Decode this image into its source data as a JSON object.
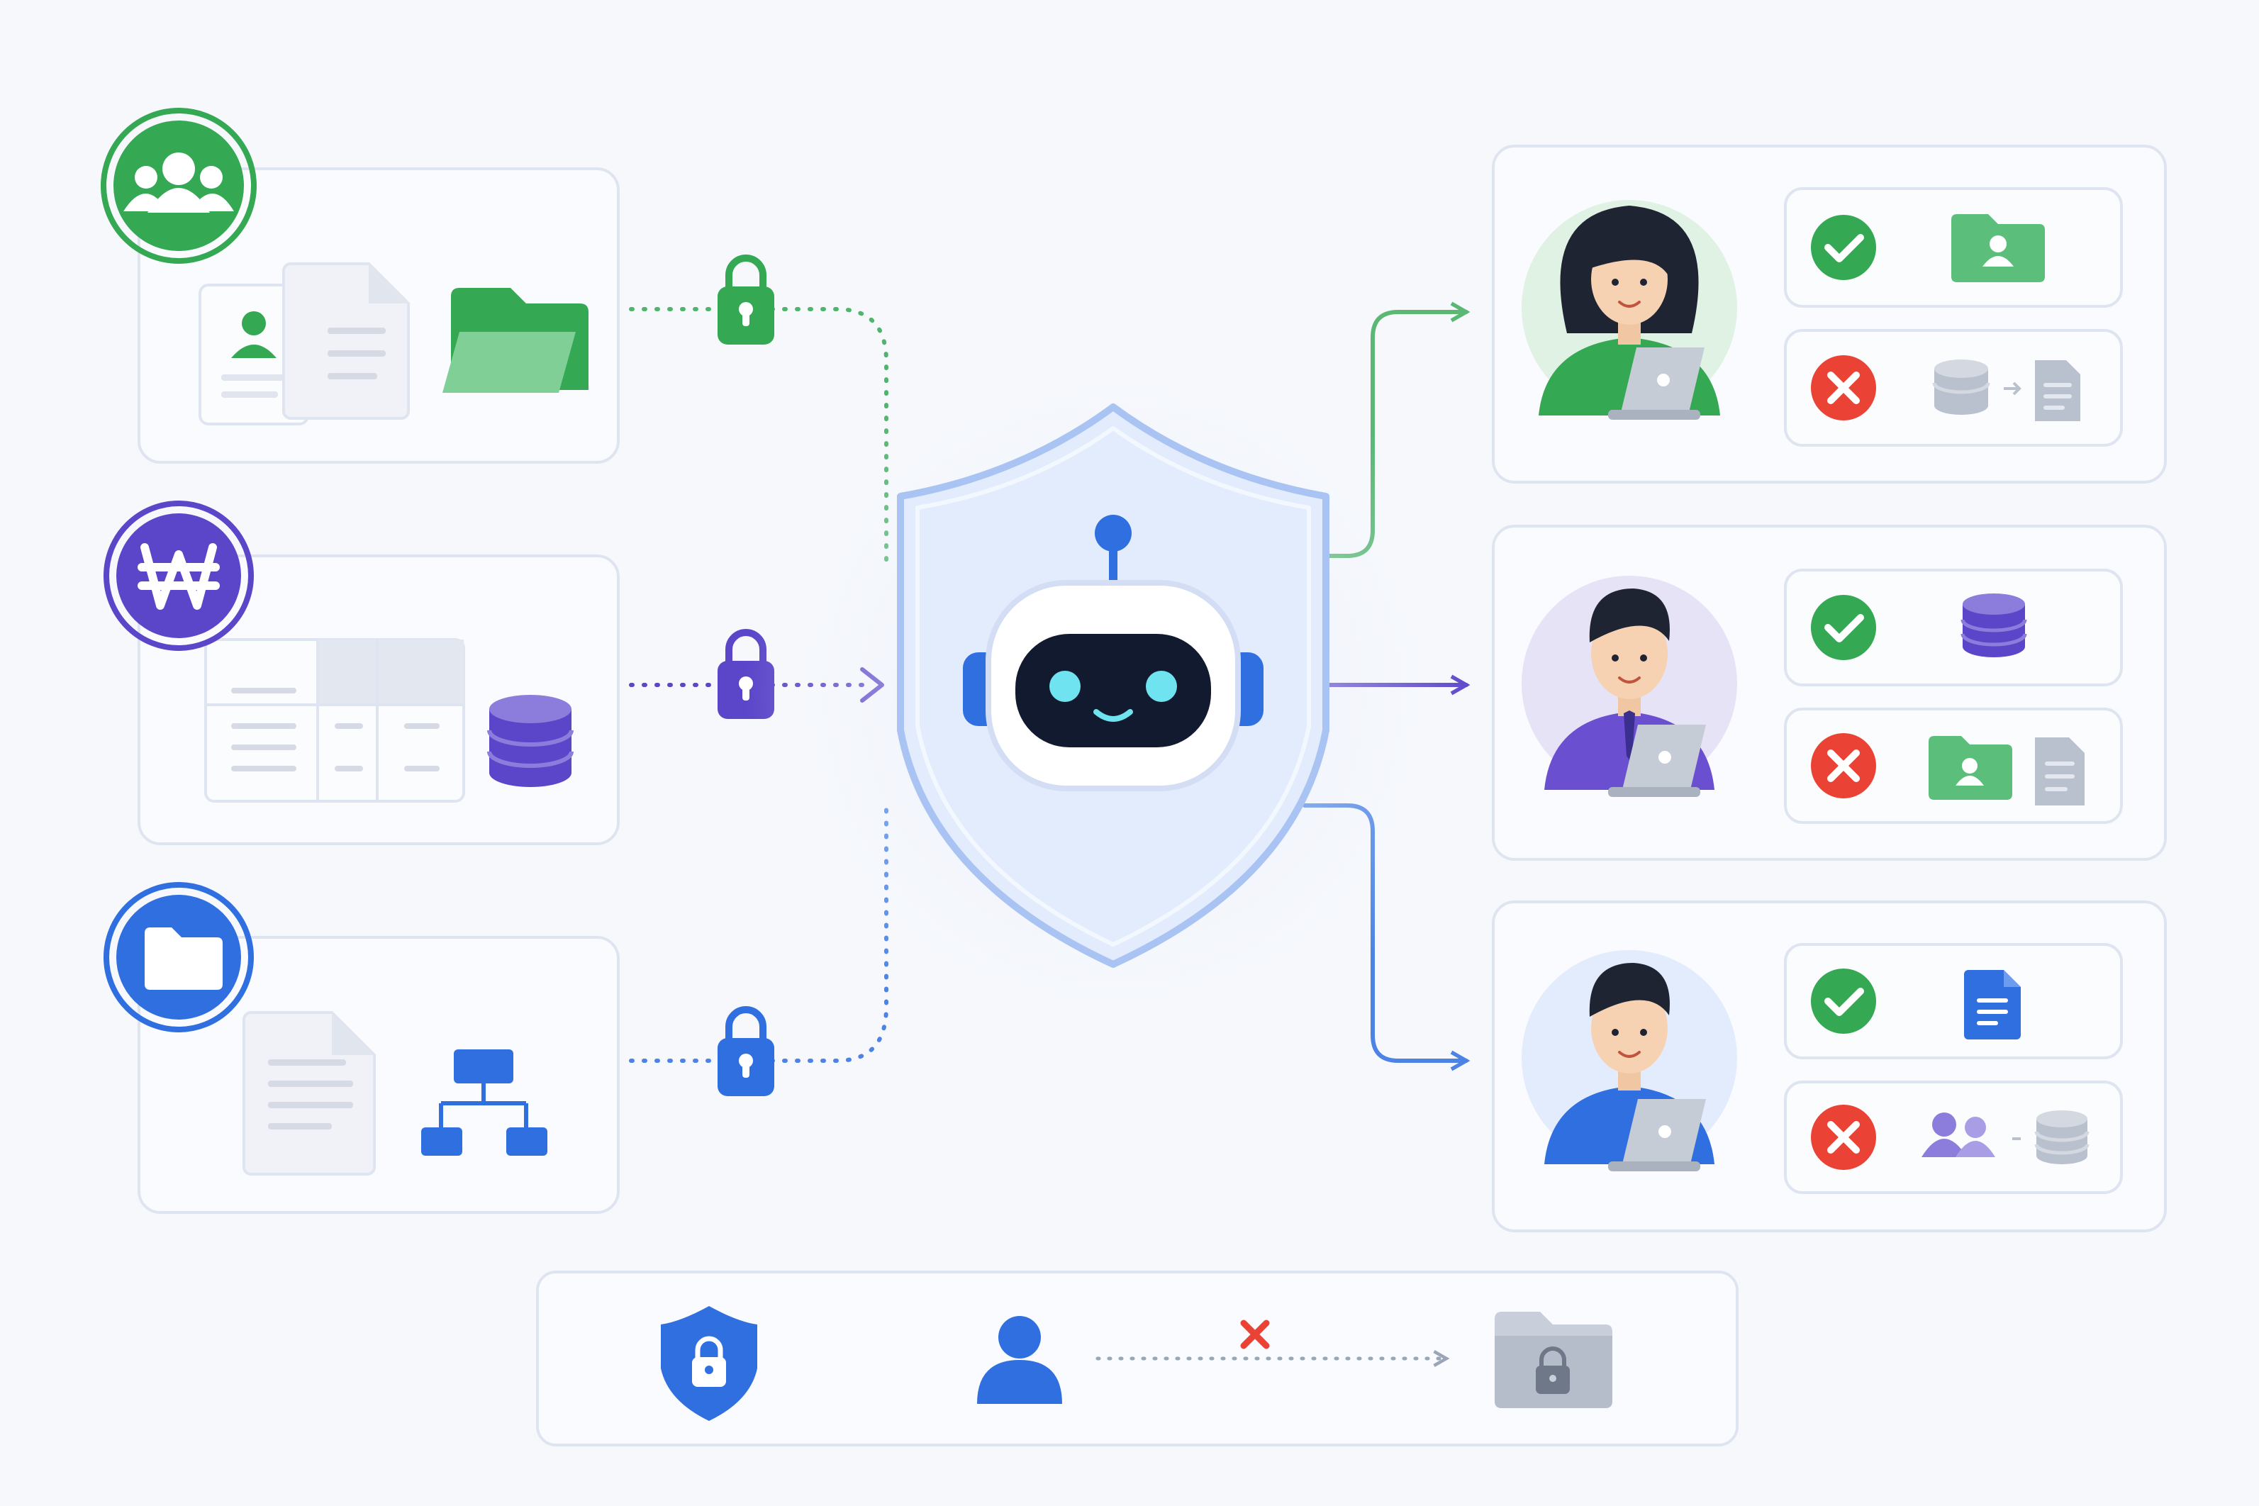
{
  "colors": {
    "background": "#f6f8fc",
    "card_fill": "#fafbfe",
    "card_stroke": "#dfe5f0",
    "green": "#34a853",
    "green_light": "#7fcf96",
    "purple": "#5b45c9",
    "purple_light": "#8c7ddc",
    "blue": "#2f6fe0",
    "blue_light": "#6c9cf0",
    "red": "#ea4335",
    "gray_icon": "#b9c0ce",
    "doc_gray": "#e3e7ef",
    "shield_fill": "#e3ecfd",
    "shield_stroke": "#a9c3f3",
    "robot_screen": "#121a30",
    "robot_eye": "#6fe3f0"
  },
  "source_groups": [
    {
      "id": "hr",
      "badge_icon": "people-group-icon",
      "contents": [
        "profile-document-icon",
        "document-icon",
        "folder-icon"
      ],
      "color": "green"
    },
    {
      "id": "finance",
      "badge_icon": "won-currency-icon",
      "contents": [
        "spreadsheet-icon",
        "database-icon"
      ],
      "color": "purple"
    },
    {
      "id": "projects",
      "badge_icon": "folder-icon",
      "contents": [
        "document-icon",
        "org-chart-icon"
      ],
      "color": "blue"
    }
  ],
  "center": {
    "icon": "shield-icon",
    "inner_icon": "robot-icon"
  },
  "users": [
    {
      "id": "user-1",
      "avatar": "woman-with-laptop-avatar",
      "allowed": [
        "user-folder-icon"
      ],
      "denied": [
        "database-icon",
        "document-icon"
      ],
      "color": "green"
    },
    {
      "id": "user-2",
      "avatar": "man-with-tie-laptop-avatar",
      "allowed": [
        "database-icon"
      ],
      "denied": [
        "user-folder-icon",
        "document-icon"
      ],
      "color": "purple"
    },
    {
      "id": "user-3",
      "avatar": "man-with-laptop-avatar",
      "allowed": [
        "document-icon"
      ],
      "denied": [
        "people-group-icon",
        "database-icon"
      ],
      "color": "blue"
    }
  ],
  "status_icons": {
    "allowed": "check-icon",
    "denied": "cross-icon"
  },
  "legend": {
    "icons": [
      "shield-lock-icon",
      "user-icon",
      "blocked-cross-icon",
      "locked-folder-icon"
    ]
  }
}
